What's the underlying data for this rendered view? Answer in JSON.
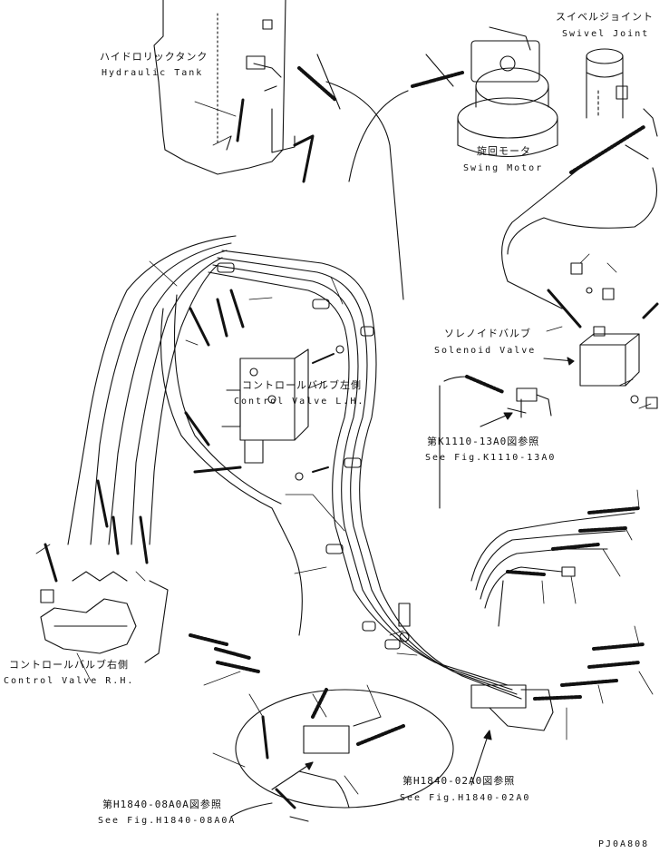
{
  "diagram": {
    "drawing_code": "PJ0A808",
    "labels": {
      "hydraulic_tank": {
        "jp": "ハイドロリックタンク",
        "en": "Hydraulic Tank"
      },
      "swivel_joint": {
        "jp": "スイベルジョイント",
        "en": "Swivel Joint"
      },
      "swing_motor": {
        "jp": "旋回モータ",
        "en": "Swing Motor"
      },
      "solenoid_valve": {
        "jp": "ソレノイドバルブ",
        "en": "Solenoid Valve"
      },
      "control_valve_lh": {
        "jp": "コントロールバルブ左側",
        "en": "Control Valve L.H."
      },
      "control_valve_rh": {
        "jp": "コントロールバルブ右側",
        "en": "Control Valve R.H."
      },
      "ref_k1110": {
        "jp": "第K1110-13A0図参照",
        "en": "See Fig.K1110-13A0"
      },
      "ref_h1840_02": {
        "jp": "第H1840-02A0図参照",
        "en": "See Fig.H1840-02A0"
      },
      "ref_h1840_08": {
        "jp": "第H1840-08A0A図参照",
        "en": "See Fig.H1840-08A0A"
      }
    }
  }
}
